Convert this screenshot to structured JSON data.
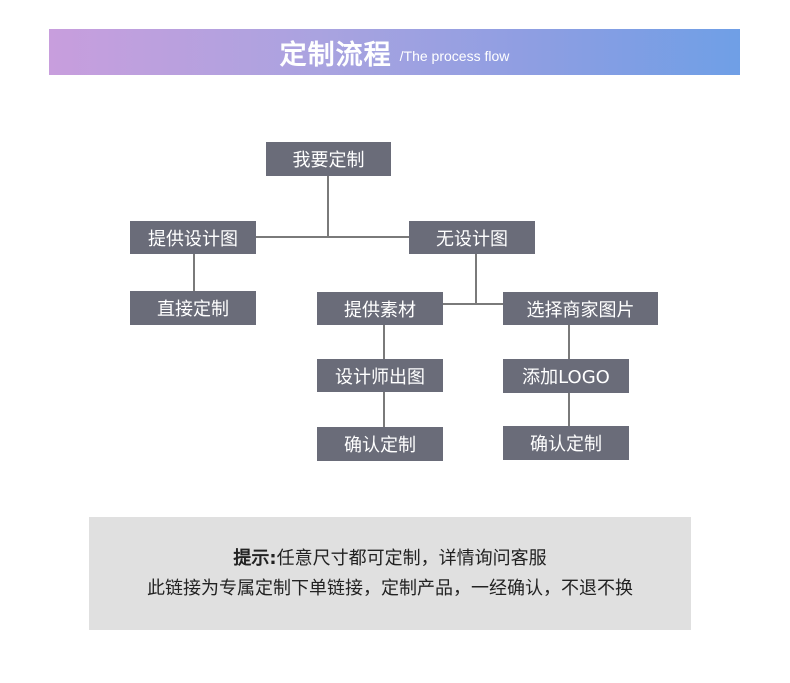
{
  "header": {
    "title": "定制流程",
    "subtitle": "/The process flow"
  },
  "flow": {
    "root": "我要定制",
    "has_design": "提供设计图",
    "no_design": "无设计图",
    "direct": "直接定制",
    "provide_material": "提供素材",
    "choose_merchant": "选择商家图片",
    "designer": "设计师出图",
    "add_logo": "添加LOGO",
    "confirm_left": "确认定制",
    "confirm_right": "确认定制"
  },
  "note": {
    "label": "提示:",
    "line1": "任意尺寸都可定制，详情询问客服",
    "line2": "此链接为专属定制下单链接，定制产品，一经确认，不退不换"
  }
}
